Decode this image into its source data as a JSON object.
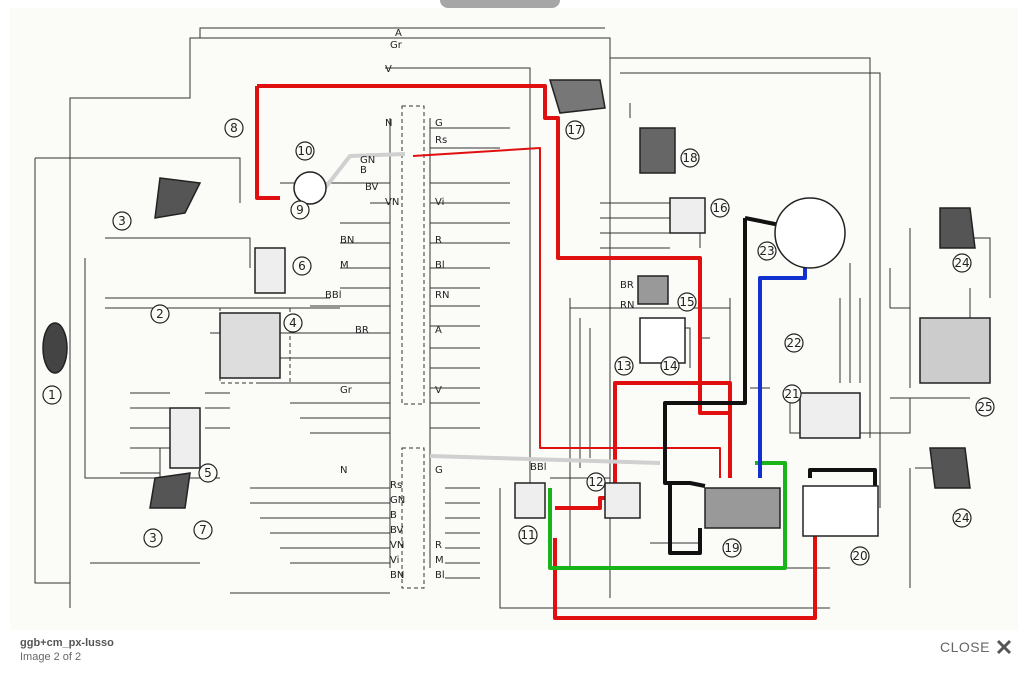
{
  "lightbox": {
    "caption_title": "ggb+cm_px-lusso",
    "caption_count": "Image 2 of 2",
    "close_label": "CLOSE"
  },
  "diagram": {
    "component_numbers": [
      "1",
      "2",
      "3",
      "3",
      "4",
      "5",
      "6",
      "7",
      "8",
      "9",
      "10",
      "11",
      "12",
      "13",
      "14",
      "15",
      "16",
      "17",
      "18",
      "19",
      "20",
      "21",
      "22",
      "23",
      "24",
      "24",
      "25"
    ],
    "wire_codes": [
      "A",
      "Gr",
      "V",
      "N",
      "G",
      "Rs",
      "GN",
      "B",
      "BV",
      "VN",
      "Vi",
      "BN",
      "R",
      "M",
      "Bl",
      "BBl",
      "RN",
      "BR"
    ],
    "highlight_colors": {
      "red": "#e01010",
      "green": "#19b419",
      "blue": "#1030d0",
      "black": "#111111",
      "white": "#d8d8d8"
    }
  }
}
